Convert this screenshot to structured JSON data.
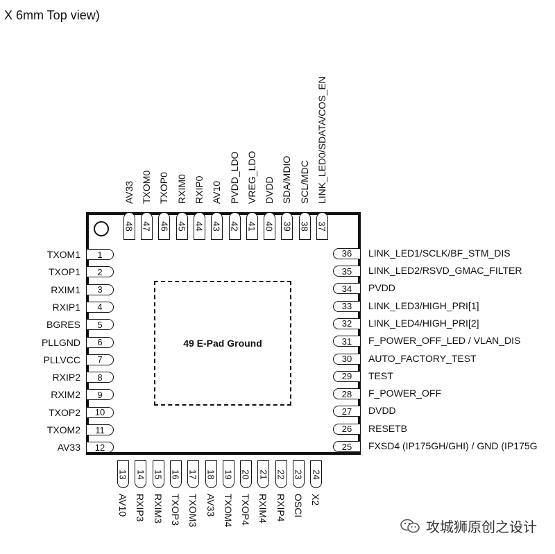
{
  "title": "X 6mm Top view)",
  "epad_label": "49 E-Pad Ground",
  "pins": {
    "left": [
      {
        "num": "1",
        "name": "TXOM1"
      },
      {
        "num": "2",
        "name": "TXOP1"
      },
      {
        "num": "3",
        "name": "RXIM1"
      },
      {
        "num": "4",
        "name": "RXIP1"
      },
      {
        "num": "5",
        "name": "BGRES"
      },
      {
        "num": "6",
        "name": "PLLGND"
      },
      {
        "num": "7",
        "name": "PLLVCC"
      },
      {
        "num": "8",
        "name": "RXIP2"
      },
      {
        "num": "9",
        "name": "RXIM2"
      },
      {
        "num": "10",
        "name": "TXOP2"
      },
      {
        "num": "11",
        "name": "TXOM2"
      },
      {
        "num": "12",
        "name": "AV33"
      }
    ],
    "bottom": [
      {
        "num": "13",
        "name": "AV10"
      },
      {
        "num": "14",
        "name": "RXIP3"
      },
      {
        "num": "15",
        "name": "RXIM3"
      },
      {
        "num": "16",
        "name": "TXOP3"
      },
      {
        "num": "17",
        "name": "TXOM3"
      },
      {
        "num": "18",
        "name": "AV33"
      },
      {
        "num": "19",
        "name": "TXOM4"
      },
      {
        "num": "20",
        "name": "TXOP4"
      },
      {
        "num": "21",
        "name": "RXIM4"
      },
      {
        "num": "22",
        "name": "RXIP4"
      },
      {
        "num": "23",
        "name": "OSCI"
      },
      {
        "num": "24",
        "name": "X2"
      }
    ],
    "right": [
      {
        "num": "25",
        "name": "FXSD4 (IP175GH/GHI) / GND (IP175G"
      },
      {
        "num": "26",
        "name": "RESETB"
      },
      {
        "num": "27",
        "name": "DVDD"
      },
      {
        "num": "28",
        "name": "F_POWER_OFF"
      },
      {
        "num": "29",
        "name": "TEST"
      },
      {
        "num": "30",
        "name": "AUTO_FACTORY_TEST"
      },
      {
        "num": "31",
        "name": "F_POWER_OFF_LED / VLAN_DIS"
      },
      {
        "num": "32",
        "name": "LINK_LED4/HIGH_PRI[2]"
      },
      {
        "num": "33",
        "name": "LINK_LED3/HIGH_PRI[1]"
      },
      {
        "num": "34",
        "name": "PVDD"
      },
      {
        "num": "35",
        "name": "LINK_LED2/RSVD_GMAC_FILTER"
      },
      {
        "num": "36",
        "name": "LINK_LED1/SCLK/BF_STM_DIS"
      }
    ],
    "top": [
      {
        "num": "37",
        "name": "LINK_LED0/SDATA/COS_EN"
      },
      {
        "num": "38",
        "name": "SCL/MDC"
      },
      {
        "num": "39",
        "name": "SDA/MDIO"
      },
      {
        "num": "40",
        "name": "DVDD"
      },
      {
        "num": "41",
        "name": "VREG_LDO"
      },
      {
        "num": "42",
        "name": "PVDD_LDO"
      },
      {
        "num": "43",
        "name": "AV10"
      },
      {
        "num": "44",
        "name": "RXIP0"
      },
      {
        "num": "45",
        "name": "RXIM0"
      },
      {
        "num": "46",
        "name": "TXOP0"
      },
      {
        "num": "47",
        "name": "TXOM0"
      },
      {
        "num": "48",
        "name": "AV33"
      }
    ]
  },
  "watermark": "攻城狮原创之设计"
}
